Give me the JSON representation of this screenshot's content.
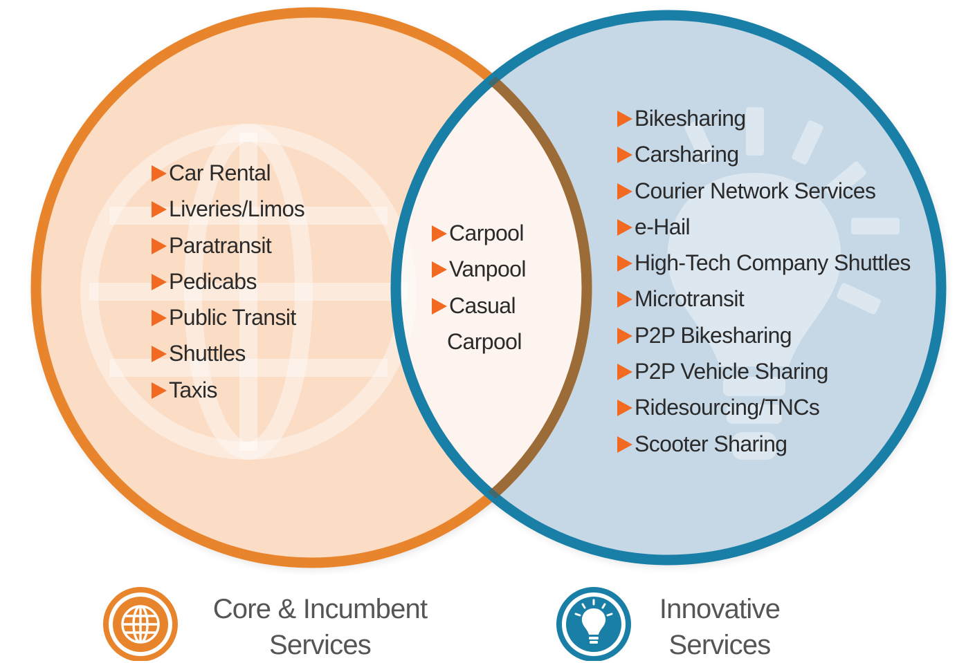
{
  "colors": {
    "core_accent": "#e8842c",
    "core_fill": "#fbdcc5",
    "innovative_accent": "#1a7fa6",
    "innovative_fill": "#c6d7e6",
    "bullet": "#f26a21"
  },
  "core_incumbent": {
    "icon": "globe-icon",
    "items": [
      "Car Rental",
      "Liveries/Limos",
      "Paratransit",
      "Pedicabs",
      "Public Transit",
      "Shuttles",
      "Taxis"
    ]
  },
  "overlap": {
    "items": [
      "Carpool",
      "Vanpool",
      "Casual"
    ],
    "continuation": "Carpool"
  },
  "innovative": {
    "icon": "lightbulb-icon",
    "items": [
      "Bikesharing",
      "Carsharing",
      "Courier Network Services",
      "e-Hail",
      "High-Tech Company Shuttles",
      "Microtransit",
      "P2P Bikesharing",
      "P2P Vehicle Sharing",
      "Ridesourcing/TNCs",
      "Scooter Sharing"
    ]
  },
  "legend": {
    "core": {
      "line1": "Core & Incumbent",
      "line2": "Services"
    },
    "innovative": {
      "line1": "Innovative",
      "line2": "Services"
    }
  }
}
